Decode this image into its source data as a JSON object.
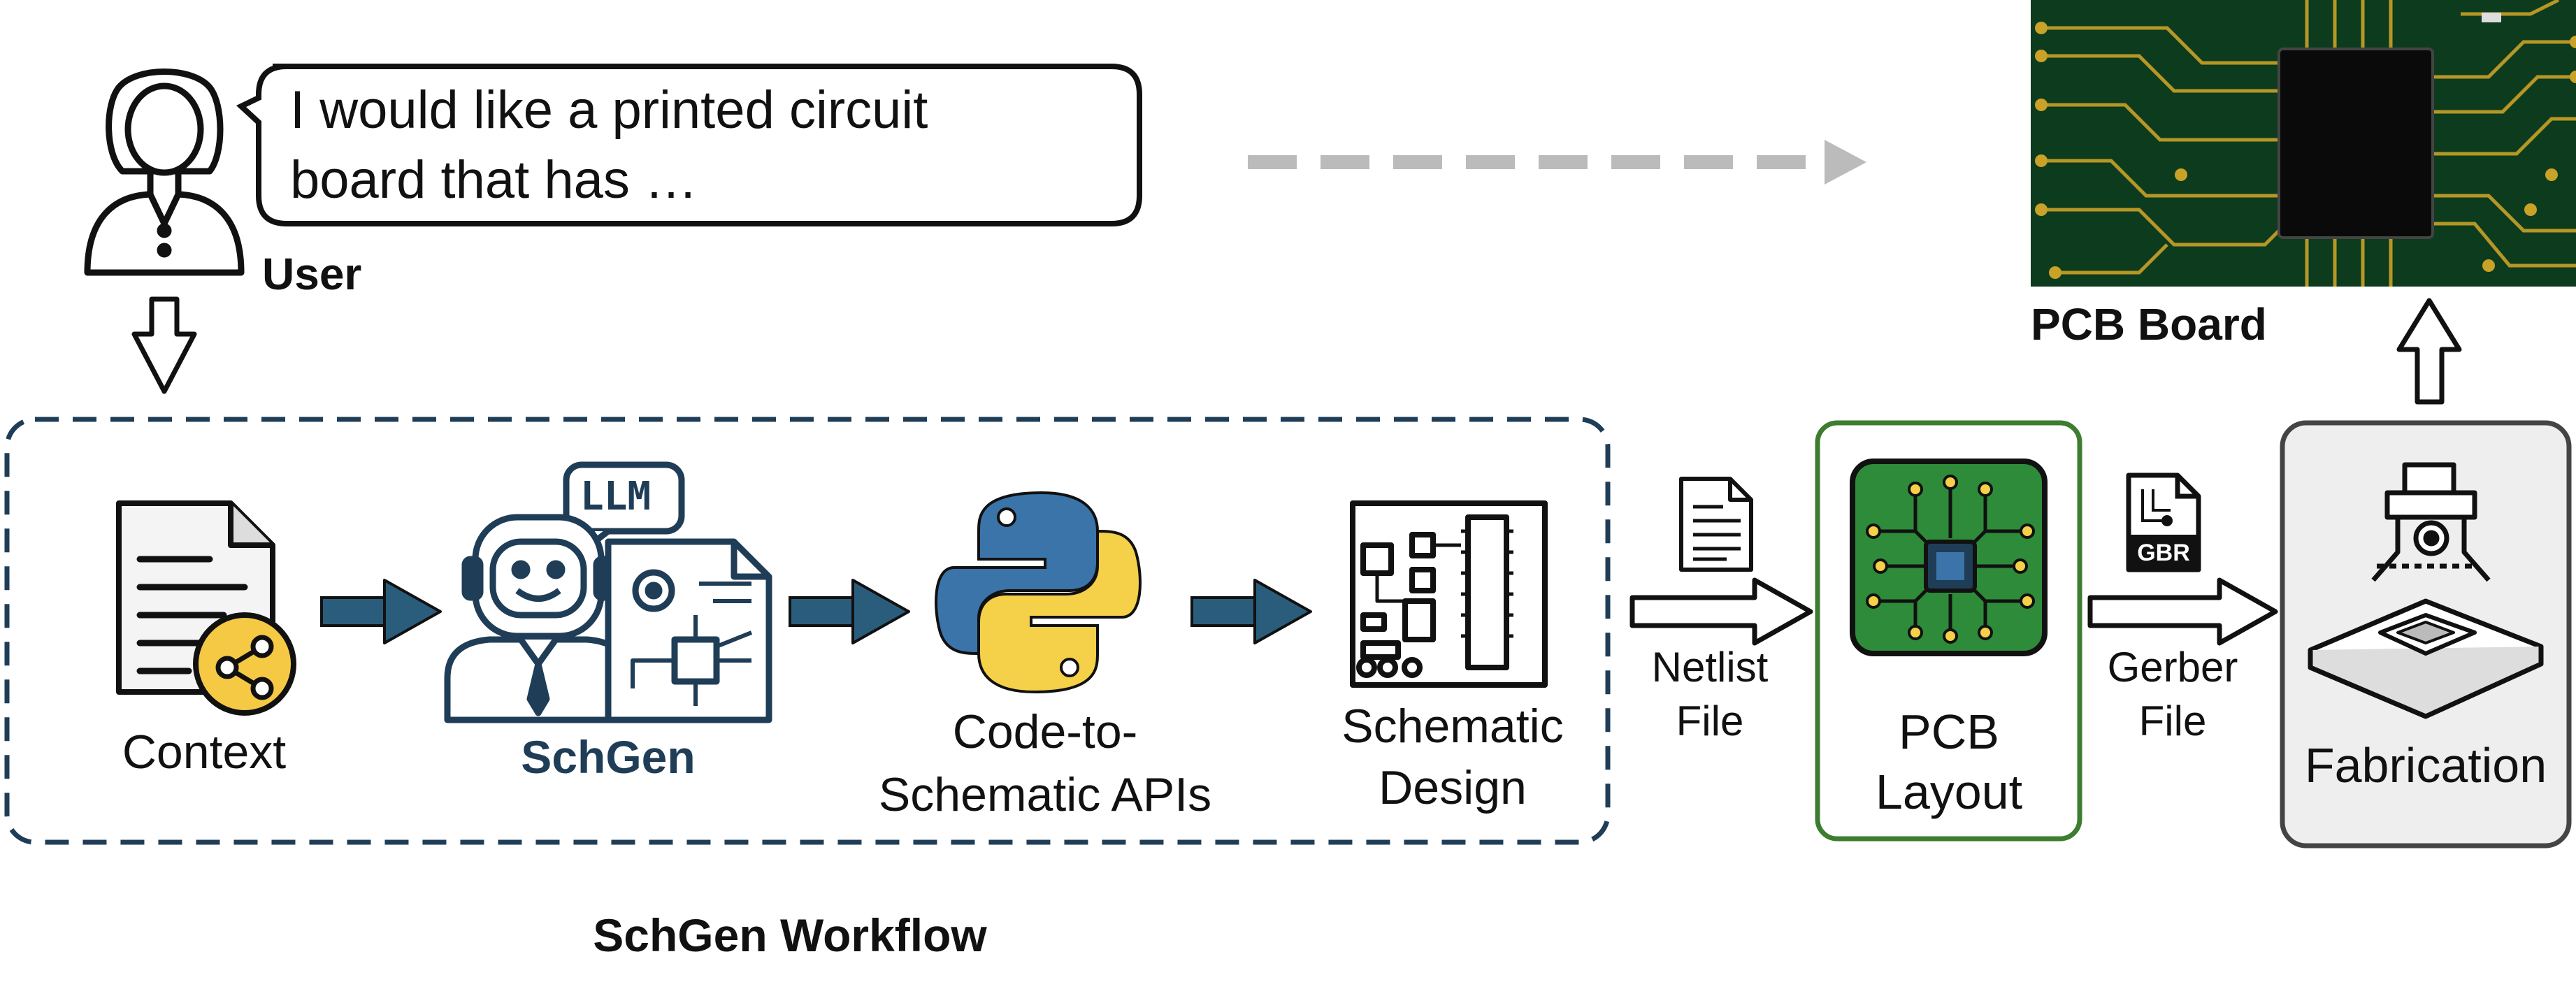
{
  "user": {
    "speech": [
      "I would like a printed circuit",
      "board that has …"
    ],
    "label": "User"
  },
  "pcb_board": {
    "label": "PCB Board"
  },
  "workflow": {
    "title": "SchGen Workflow",
    "context_label": "Context",
    "llm_tag": "LLM",
    "schgen_label": "SchGen",
    "code_label": [
      "Code-to-",
      "Schematic APIs"
    ],
    "schematic_label": [
      "Schematic",
      "Design"
    ]
  },
  "netlist_label": [
    "Netlist",
    "File"
  ],
  "pcb_layout_label": [
    "PCB",
    "Layout"
  ],
  "gerber_label": [
    "Gerber",
    "File"
  ],
  "gerber_file_tag": "GBR",
  "fabrication_label": "Fabrication",
  "colors": {
    "workflow_border": "#1f3d56",
    "process_arrow": "#2a5d7c",
    "pcb_layout_border": "#3c7d2f",
    "fabrication_fill": "#eeeeee",
    "pcb_green": "#0d3b1e",
    "trace_gold": "#c9a227",
    "python_blue": "#3a74a8",
    "python_yellow": "#f5d049",
    "dashed_arrow": "#bbbbbb"
  }
}
